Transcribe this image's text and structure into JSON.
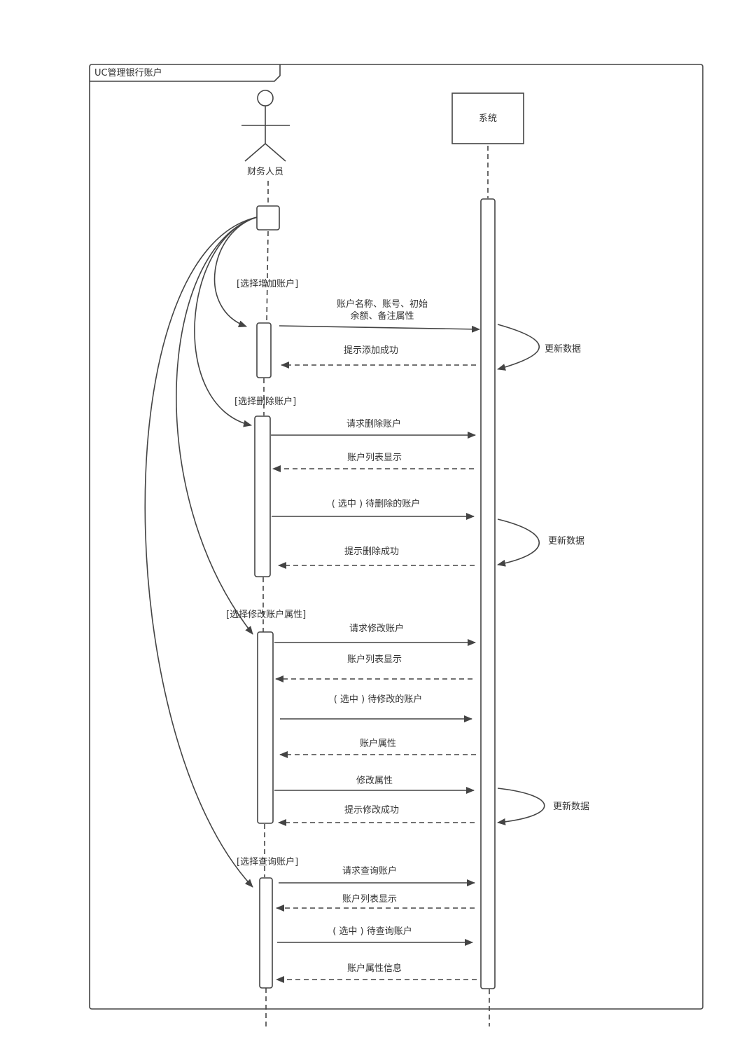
{
  "frame": {
    "title": "UC管理银行账户"
  },
  "actors": {
    "user": "财务人员",
    "system": "系统"
  },
  "guards": {
    "add": "[选择增加账户]",
    "delete": "[选择删除账户]",
    "modify": "[选择修改账户属性]",
    "query": "[选择查询账户]"
  },
  "messages": {
    "add_req_line1": "账户名称、账号、初始",
    "add_req_line2": "余额、备注属性",
    "add_ok": "提示添加成功",
    "self_update_1": "更新数据",
    "del_req": "请求删除账户",
    "del_list": "账户列表显示",
    "del_select": "( 选中 ) 待删除的账户",
    "self_update_2": "更新数据",
    "del_ok": "提示删除成功",
    "mod_req": "请求修改账户",
    "mod_list": "账户列表显示",
    "mod_select": "( 选中 ) 待修改的账户",
    "mod_attrs": "账户属性",
    "mod_change": "修改属性",
    "self_update_3": "更新数据",
    "mod_ok": "提示修改成功",
    "q_req": "请求查询账户",
    "q_list": "账户列表显示",
    "q_select": "( 选中 ) 待查询账户",
    "q_info": "账户属性信息"
  }
}
